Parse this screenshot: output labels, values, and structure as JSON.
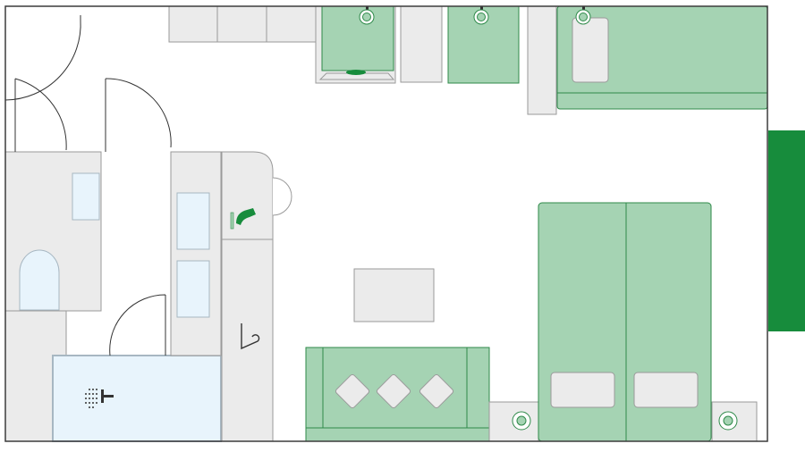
{
  "plan": {
    "colors": {
      "wall": "#3c3c3c",
      "fixture_fill": "#ebebeb",
      "fixture_stroke": "#9a9a9a",
      "furniture_fill": "#a5d3b3",
      "furniture_stroke": "#2f8a4a",
      "glass_fill": "#e8f4fc",
      "glass_stroke": "#a7b7c2",
      "accent": "#178c3c",
      "icon_dark": "#333333"
    },
    "icons": {
      "shower": "shower-icon",
      "telephone": "telephone-icon",
      "hanger": "hanger-icon",
      "lamp": "lamp-icon"
    },
    "rooms": [
      "bathroom",
      "bedroom",
      "entry-hall"
    ]
  }
}
